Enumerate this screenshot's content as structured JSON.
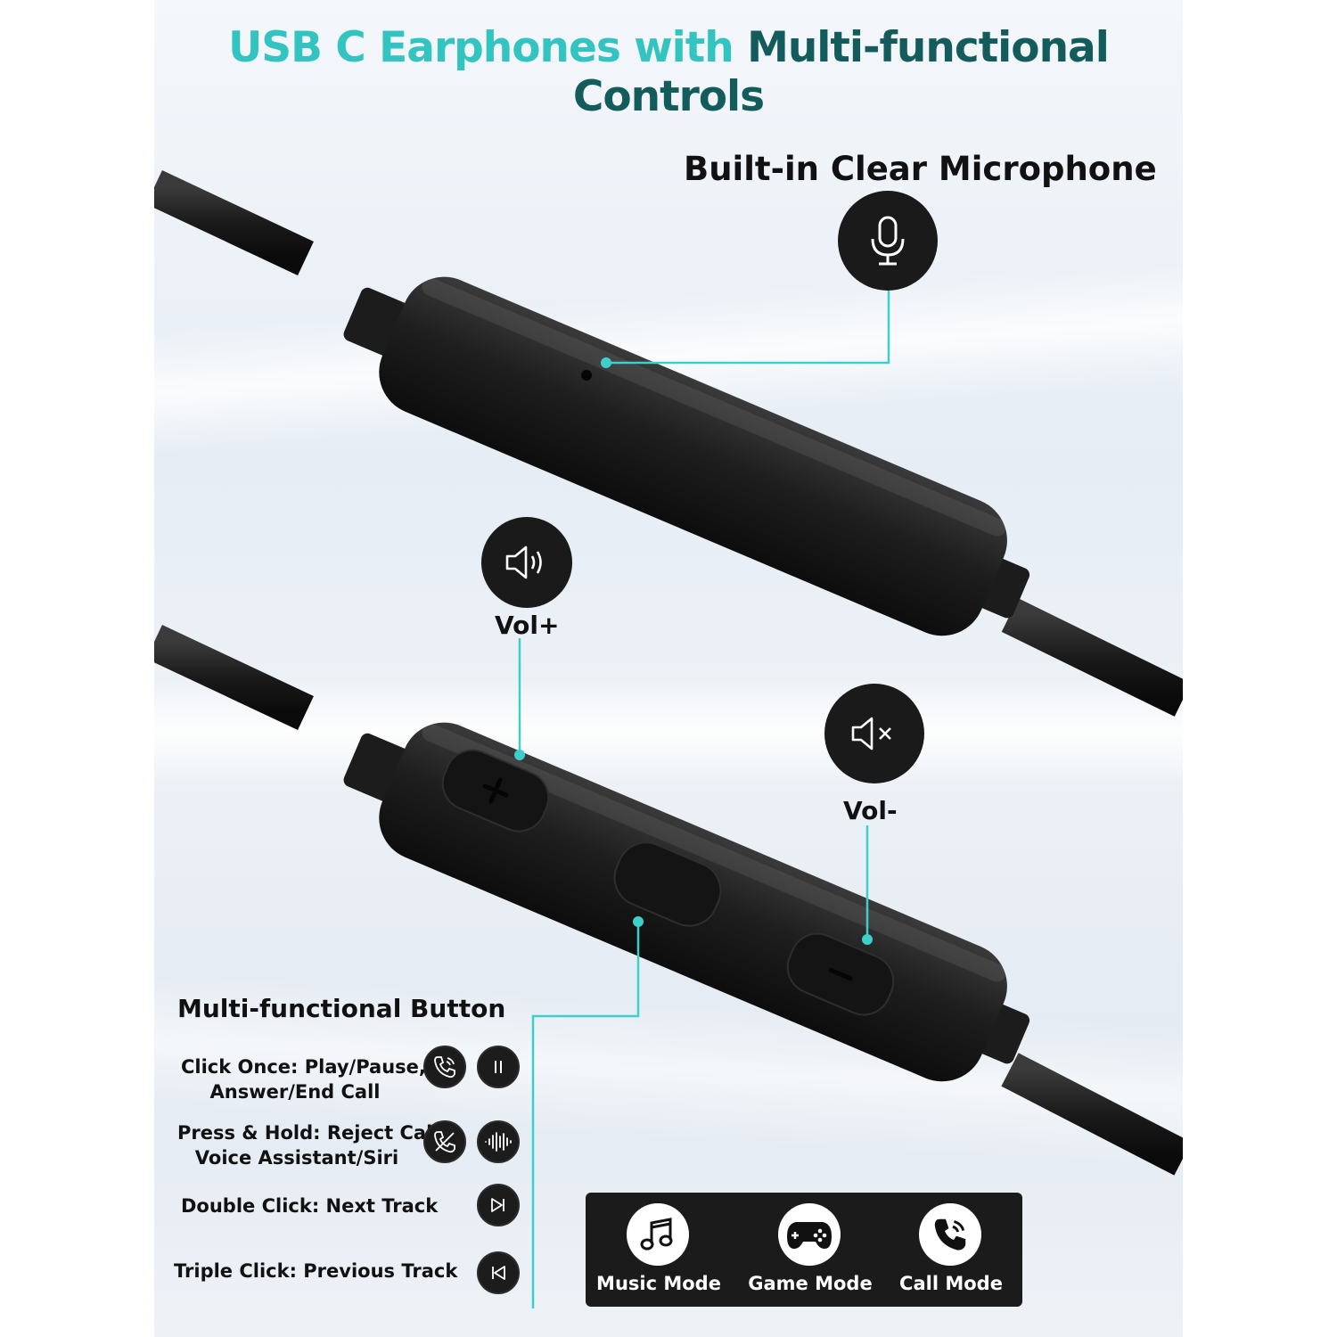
{
  "title": {
    "part1": "USB C Earphones with ",
    "part2": "Multi-functional Controls"
  },
  "microphone": {
    "label": "Built-in Clear Microphone",
    "icon": "microphone-icon"
  },
  "volume_up": {
    "label": "Vol+",
    "icon": "speaker-volume-icon"
  },
  "volume_down": {
    "label": "Vol-",
    "icon": "speaker-mute-icon"
  },
  "multi_button": {
    "heading": "Multi-functional Button",
    "functions": [
      {
        "line1": "Click Once: Play/Pause,",
        "line2": "Answer/End Call",
        "icons": [
          "phone-call-icon",
          "pause-icon"
        ]
      },
      {
        "line1": "Press & Hold: Reject Call",
        "line2": "Voice Assistant/Siri",
        "icons": [
          "reject-call-icon",
          "voice-wave-icon"
        ]
      },
      {
        "line1": "Double Click: Next Track",
        "icons": [
          "next-track-icon"
        ]
      },
      {
        "line1": "Triple Click: Previous Track",
        "icons": [
          "previous-track-icon"
        ]
      }
    ]
  },
  "modes": [
    {
      "label": "Music Mode",
      "icon": "music-note-icon"
    },
    {
      "label": "Game Mode",
      "icon": "gamepad-icon"
    },
    {
      "label": "Call Mode",
      "icon": "phone-call-icon"
    }
  ],
  "colors": {
    "accent_teal": "#33c4c2",
    "accent_dark_teal": "#145c5c",
    "callout_line": "#3ecfcb",
    "device_black": "#1a1a1a"
  }
}
